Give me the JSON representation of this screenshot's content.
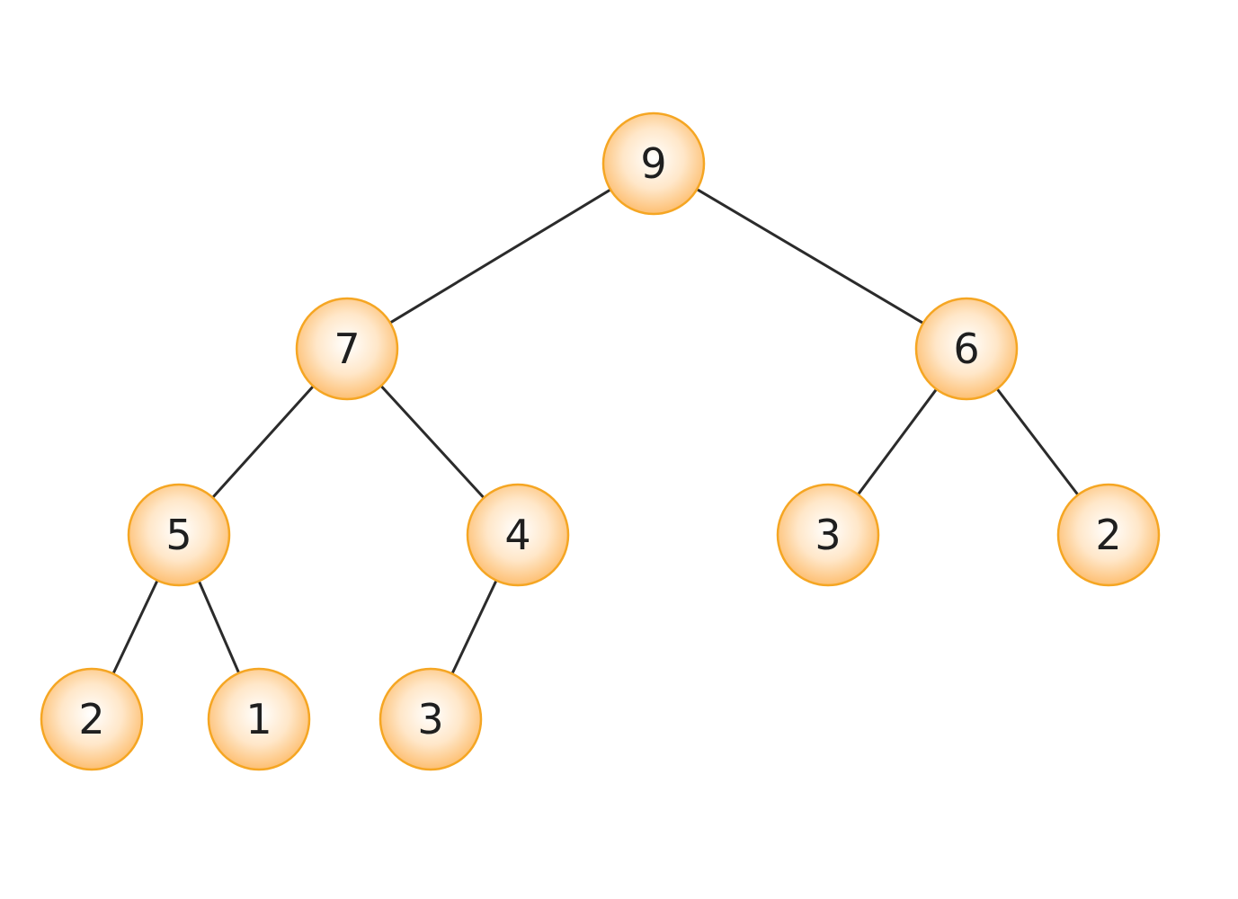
{
  "tree": {
    "colors": {
      "node_fill_center": "#ffffff",
      "node_fill_edge": "#fdbf72",
      "node_stroke": "#f5a623",
      "edge": "#2b2b2b",
      "text": "#1f1f1f"
    },
    "nodes": [
      {
        "id": "n0",
        "value": "9",
        "parent": null
      },
      {
        "id": "n1",
        "value": "7",
        "parent": "n0"
      },
      {
        "id": "n2",
        "value": "6",
        "parent": "n0"
      },
      {
        "id": "n3",
        "value": "5",
        "parent": "n1"
      },
      {
        "id": "n4",
        "value": "4",
        "parent": "n1"
      },
      {
        "id": "n5",
        "value": "3",
        "parent": "n2"
      },
      {
        "id": "n6",
        "value": "2",
        "parent": "n2"
      },
      {
        "id": "n7",
        "value": "2",
        "parent": "n3"
      },
      {
        "id": "n8",
        "value": "1",
        "parent": "n3"
      },
      {
        "id": "n9",
        "value": "3",
        "parent": "n4"
      }
    ]
  }
}
